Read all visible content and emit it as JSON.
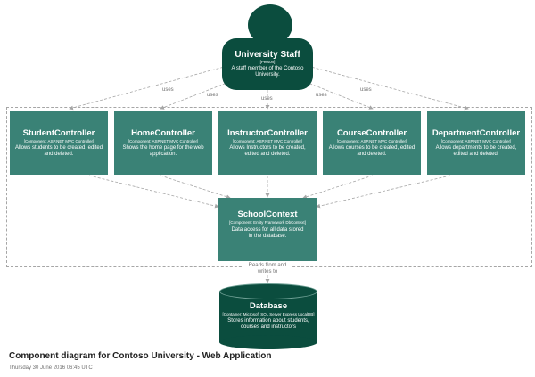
{
  "person": {
    "title": "University Staff",
    "type": "[Person]",
    "description": "A staff member of the Contoso University."
  },
  "controllers": [
    {
      "title": "StudentController",
      "type": "[Component: ASP.NET MVC Controller]",
      "description": "Allows students to be created, edited and deleted."
    },
    {
      "title": "HomeController",
      "type": "[Component: ASP.NET MVC Controller]",
      "description": "Shows the home page for the web application."
    },
    {
      "title": "InstructorController",
      "type": "[Component: ASP.NET MVC Controller]",
      "description": "Allows Instructors to be created, edited and deleted."
    },
    {
      "title": "CourseController",
      "type": "[Component: ASP.NET MVC Controller]",
      "description": "Allows courses to be created, edited and deleted."
    },
    {
      "title": "DepartmentController",
      "type": "[Component: ASP.NET MVC Controller]",
      "description": "Allows departments to be created, edited and deleted."
    }
  ],
  "context": {
    "title": "SchoolContext",
    "type": "[Component: Entity Framework DbContext]",
    "description": "Data access for all data stored in the database."
  },
  "database": {
    "title": "Database",
    "type": "[Container: Microsoft SQL Server Express LocalDB]",
    "description": "Stores information about students, courses and instructors"
  },
  "edge_labels": {
    "uses": "uses",
    "reads_writes": "Reads from and writes to"
  },
  "diagram": {
    "title": "Component diagram for Contoso University - Web Application",
    "date": "Thursday 30 June 2016 06:45 UTC"
  },
  "colors": {
    "person": "#0b4d3e",
    "component": "#3a8276",
    "database": "#0b4d3e",
    "arrow": "#a6a6a6"
  }
}
